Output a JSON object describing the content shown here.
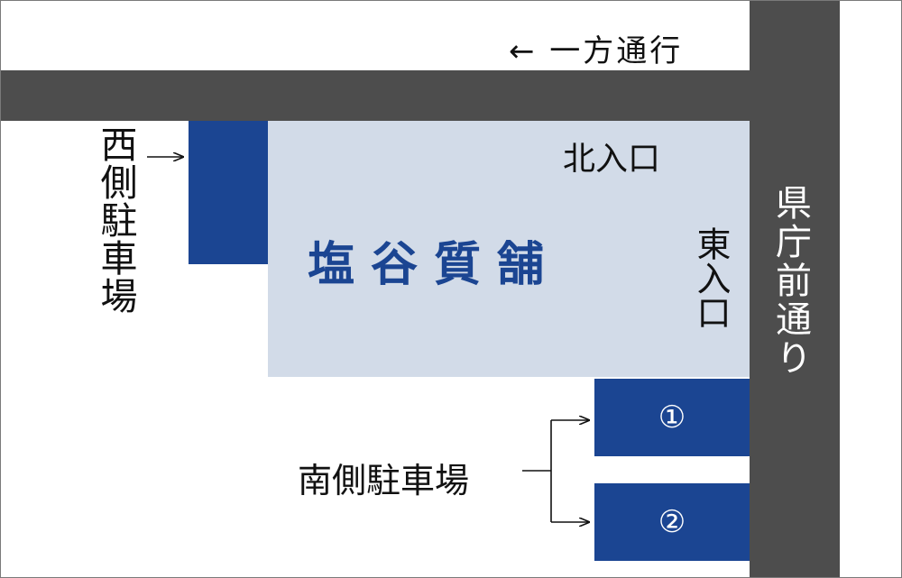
{
  "map": {
    "one_way_label": "← 一方通行",
    "road_name": "県庁前通り",
    "store_name": "塩谷質舗",
    "north_entrance": "北入口",
    "east_entrance": "東入口",
    "west_parking": "西側駐車場",
    "south_parking": "南側駐車場",
    "lots": [
      {
        "label": "①"
      },
      {
        "label": "②"
      }
    ]
  },
  "colors": {
    "road": "#4d4d4d",
    "store_fill": "#d2dbe8",
    "parking_fill": "#1b4592",
    "store_text": "#1b4592",
    "text": "#111111"
  }
}
